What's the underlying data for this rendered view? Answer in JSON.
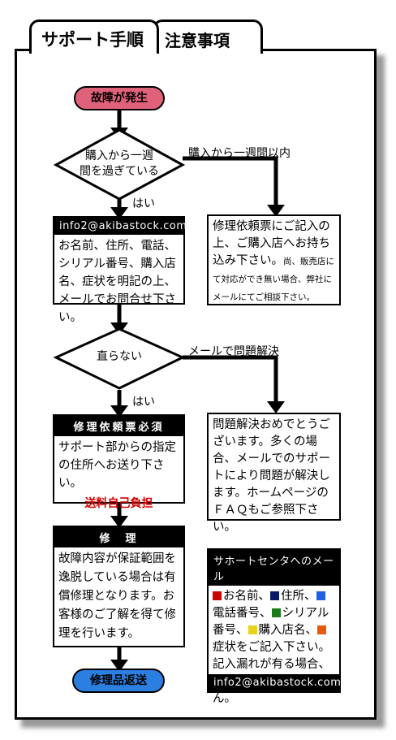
{
  "tabs": {
    "active": "サポート手順",
    "inactive": "注意事項"
  },
  "start": "故障が発生",
  "end": "修理品返送",
  "decision1": {
    "line1": "購入から一週",
    "line2": "間を過ぎている",
    "yes": "はい",
    "no": "購入から一週間以内"
  },
  "decision2": {
    "text": "直らない",
    "yes": "はい",
    "no": "メールで問題解決"
  },
  "box_email": {
    "header": "info2@akibastock.com",
    "body": "お名前、住所、電話、シリアル番号、購入店名、症状を明記の上、メールでお問合せ下さい。"
  },
  "box_store": {
    "body": "修理依頼票にご記入の上、ご購入店へお持ち込み下さい。",
    "note": "尚、販売店にて対応ができ無い場合、弊社にメールにてご相談下さい。"
  },
  "box_form": {
    "header": "修理依頼票必須",
    "body": "サポート部からの指定の住所へお送り下さい。",
    "note": "送料自己負担"
  },
  "box_solved": {
    "body": "問題解決おめでとうございます。多くの場合、メールでのサポートにより問題が解決します。ホームページのＦＡＱもご参照下さい。"
  },
  "box_repair": {
    "header": "修　理",
    "body": "故障内容が保証範囲を逸脱している場合は有償修理となります。お客様のご了解を得て修理を行います。"
  },
  "box_center": {
    "header": "サホートセンタへのメール",
    "items": [
      "お名前、",
      "住所、",
      "電話番号、",
      "シリアル番号、",
      "購入店名、",
      "症状"
    ],
    "tail": "をご記入下さい。記入漏れが有る場合、対応する事はできません。",
    "footer": "info2@akibastock.com",
    "colors": [
      "#cc0000",
      "#0a1a66",
      "#1f5fe0",
      "#1a7a1a",
      "#e6d21a",
      "#e65a0a"
    ]
  },
  "colors": {
    "start": "#e0617a",
    "end": "#2b7fe0"
  }
}
